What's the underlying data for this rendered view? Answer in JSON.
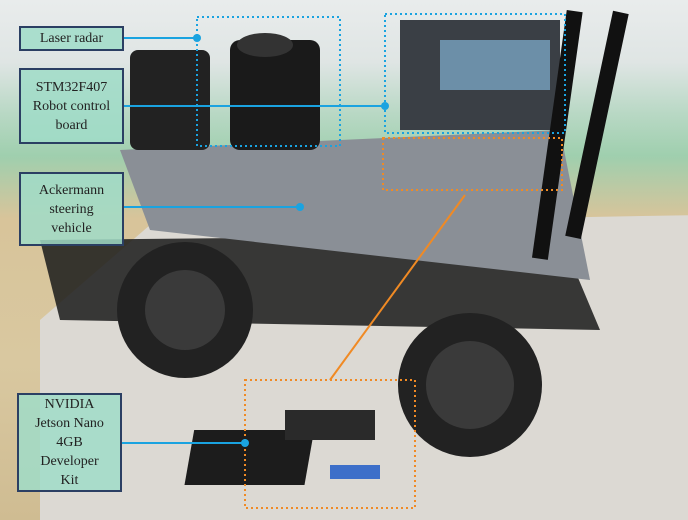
{
  "labels": {
    "laser_radar": "Laser radar",
    "control_board": "STM32F407\nRobot control\nboard",
    "vehicle": "Ackermann\nsteering\nvehicle",
    "jetson": "NVIDIA\nJetson Nano\n4GB\nDeveloper\nKit"
  },
  "colors": {
    "callout_line": "#1aa3e0",
    "orange_box": "#f08a24",
    "label_fill": "#a0dcc8",
    "label_border": "#2b3f63"
  }
}
